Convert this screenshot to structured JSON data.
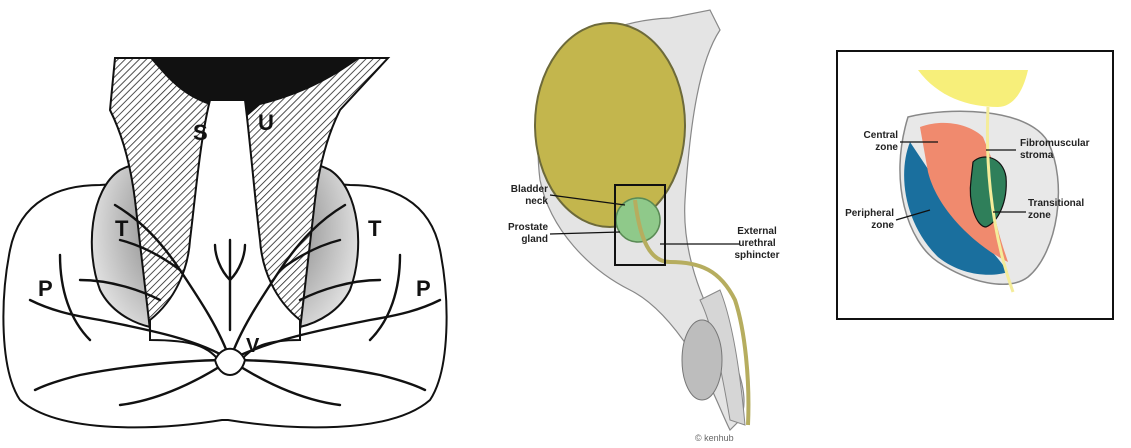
{
  "left_diagram": {
    "labels": {
      "s": "S",
      "u": "U",
      "t_left": "T",
      "t_right": "T",
      "p_left": "P",
      "p_right": "P",
      "v": "V"
    }
  },
  "middle_diagram": {
    "labels": {
      "bladder_neck": "Bladder\nneck",
      "prostate_gland": "Prostate\ngland",
      "external_urethral_sphincter": "External\nurethral\nsphincter"
    },
    "copyright": "© kenhub"
  },
  "right_diagram": {
    "labels": {
      "central_zone": "Central\nzone",
      "fibromuscular_stroma": "Fibromuscular\nstroma",
      "peripheral_zone": "Peripheral\nzone",
      "transitional_zone": "Transitional\nzone"
    },
    "colors": {
      "central_zone": "#f08a6e",
      "peripheral_zone": "#1a6f9e",
      "transitional_zone": "#2f7f5a",
      "bladder": "#f7ef7a",
      "stroma": "#e8e8e8"
    }
  }
}
